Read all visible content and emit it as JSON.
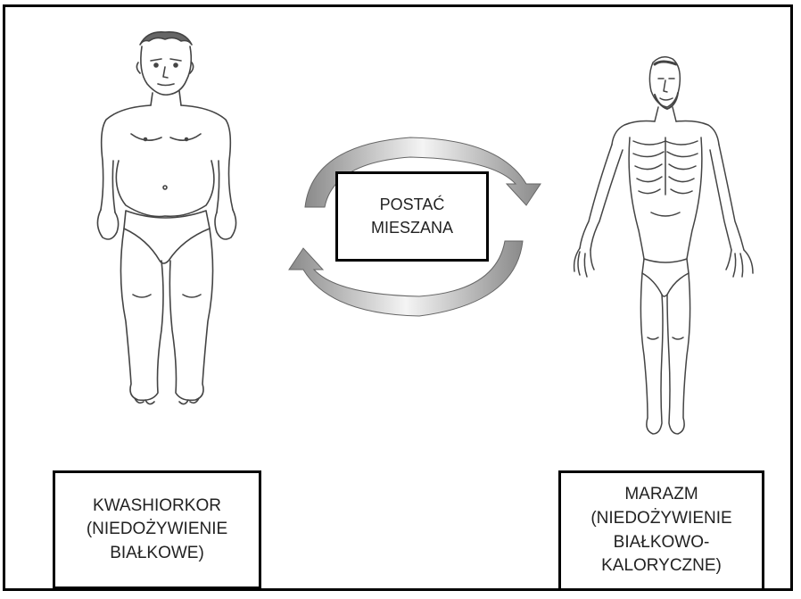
{
  "diagram": {
    "center_label": "POSTAĆ\nMIESZANA",
    "left_label": "KWASHIORKOR\n(NIEDOŻYWIENIE\nBIAŁKOWE)",
    "right_label": "MARAZM\n(NIEDOŻYWIENIE\nBIAŁKOWO-\nKALORYCZNE)",
    "left_figure_icon": "obese-swollen-person-illustration",
    "right_figure_icon": "emaciated-person-illustration",
    "cycle_icon": "circular-arrows-icon",
    "colors": {
      "border": "#000000",
      "arrow_light": "#f4f4f4",
      "arrow_dark": "#8a8a8a",
      "sketch_line": "#444444"
    }
  }
}
